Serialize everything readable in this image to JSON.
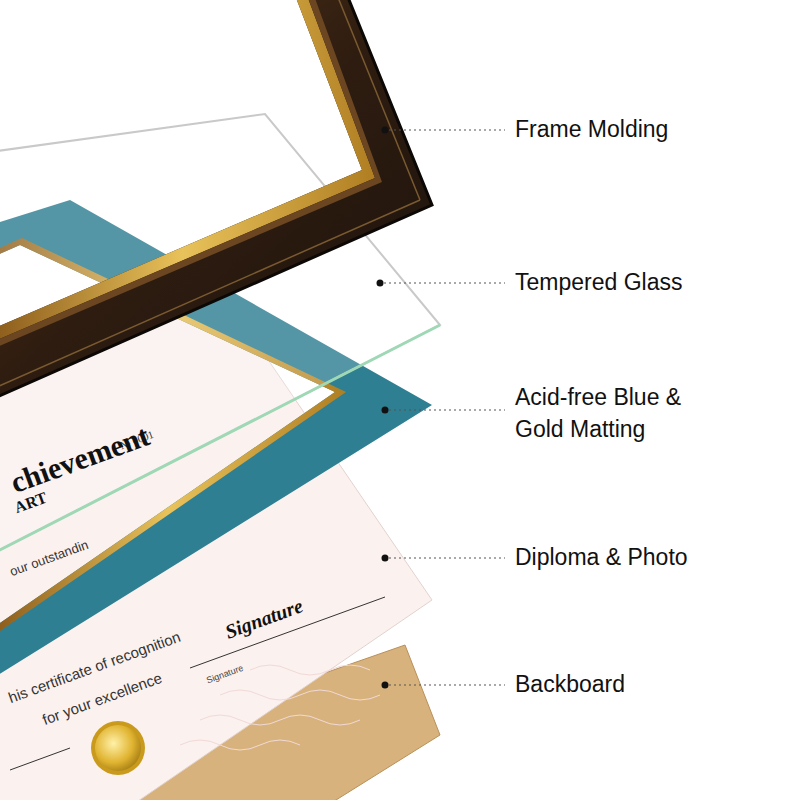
{
  "diagram": {
    "labels": [
      "Frame Molding",
      "Tempered Glass",
      "Acid-free Blue & Gold Matting",
      "Diploma & Photo",
      "Backboard",
      "№ 0001",
      "chievement",
      "ART",
      "our outstandin",
      "his certificate of recognition",
      "for your excellence",
      "Signature",
      "Signature"
    ]
  }
}
